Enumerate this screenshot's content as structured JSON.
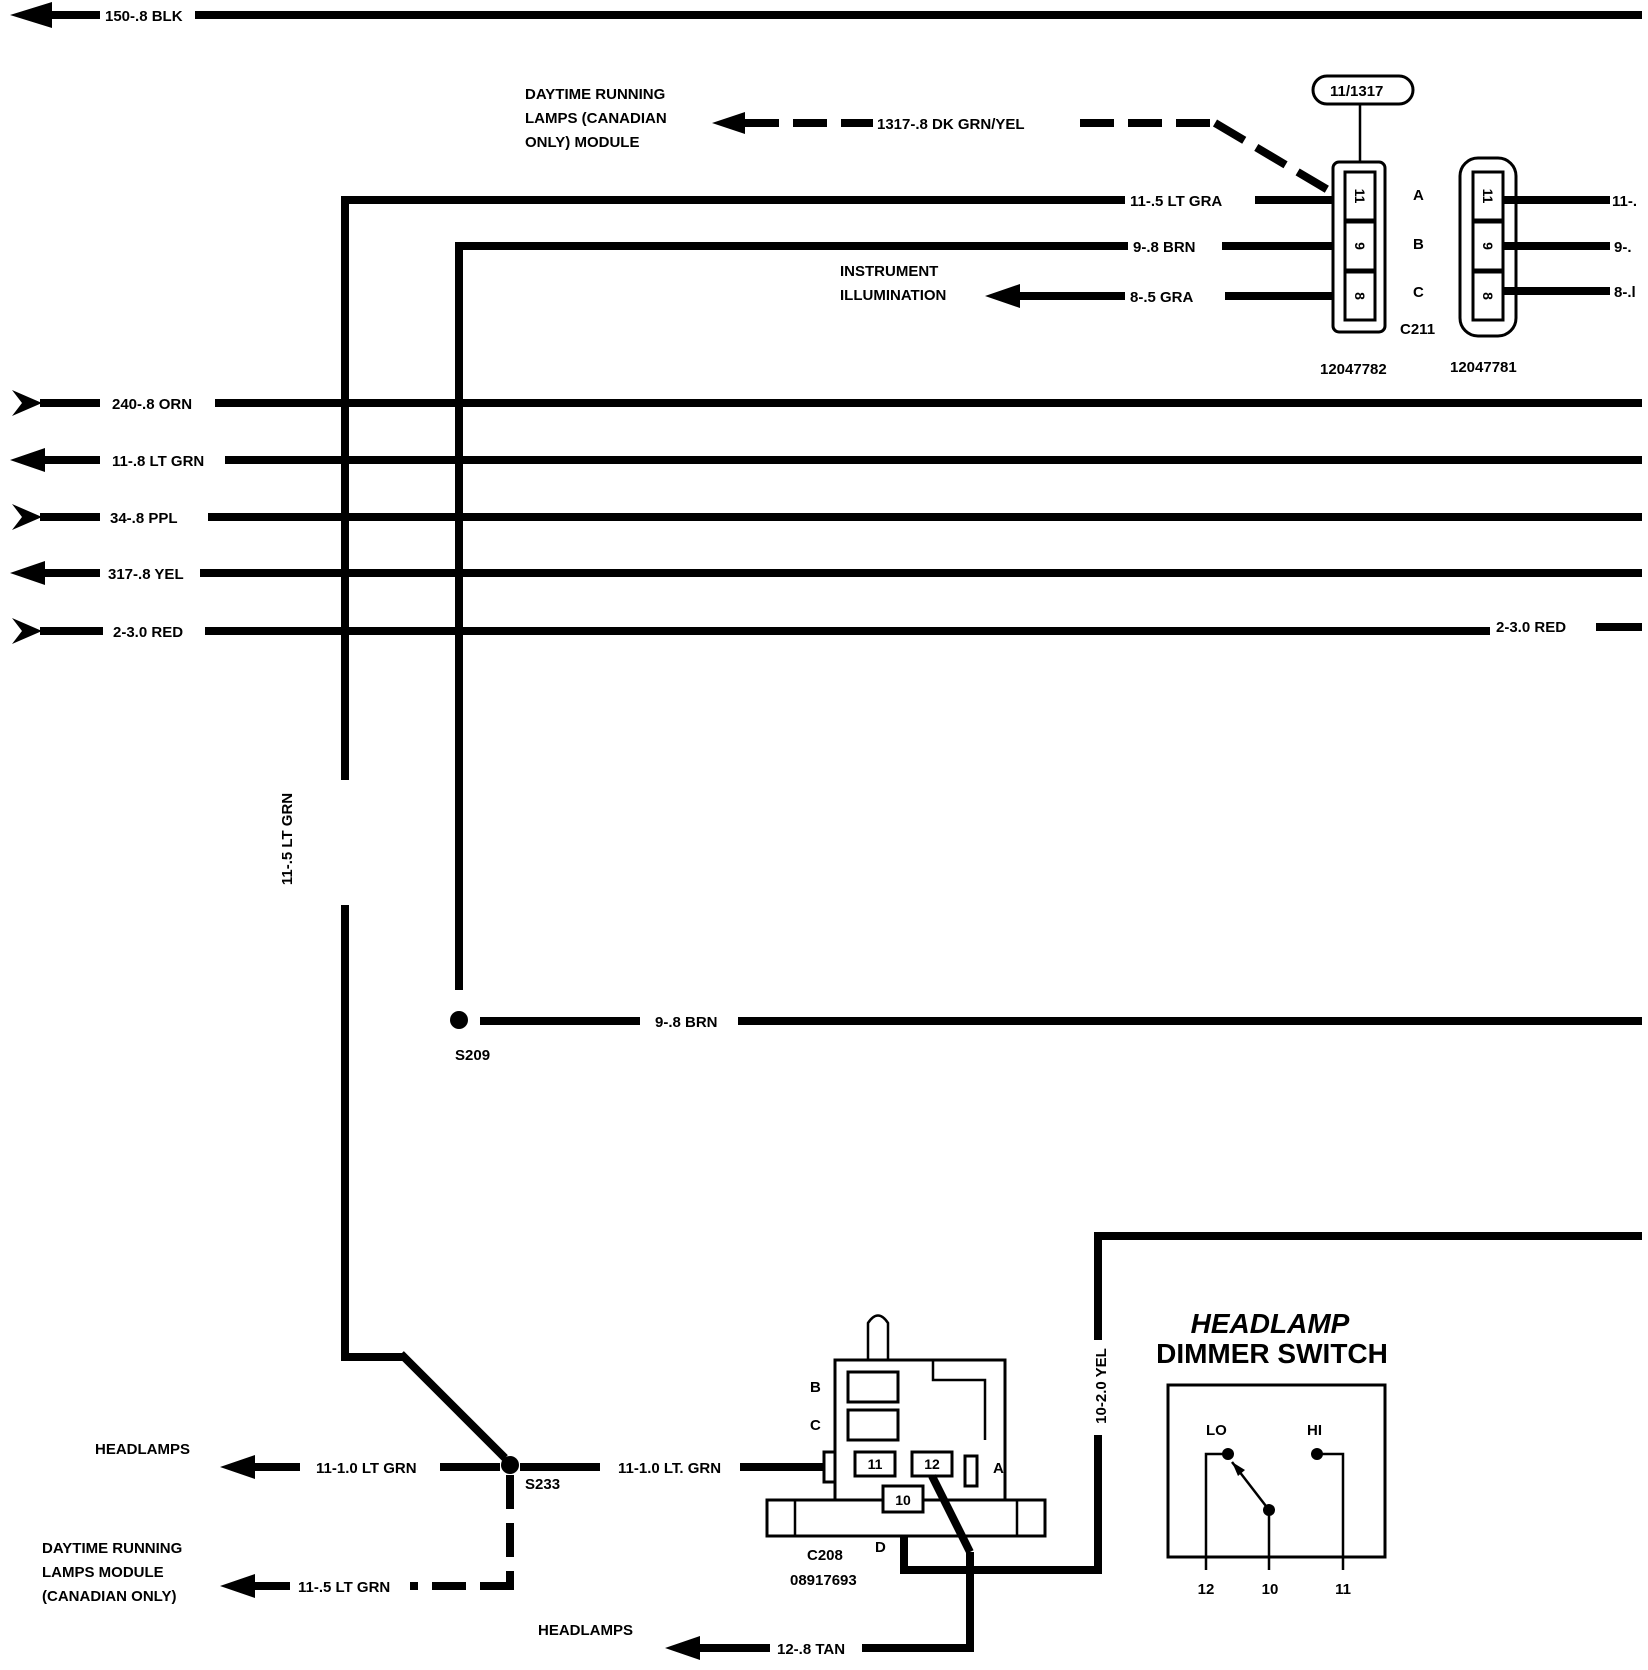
{
  "wires": {
    "w150": "150-.8 BLK",
    "w1317": "1317-.8 DK GRN/YEL",
    "w11_lt_gra": "11-.5 LT GRA",
    "w9_brn_top": "9-.8 BRN",
    "w8_gra": "8-.5 GRA",
    "w240": "240-.8 ORN",
    "w11_lt_grn": "11-.8 LT GRN",
    "w34": "34-.8 PPL",
    "w317": "317-.8 YEL",
    "w2_left": "2-3.0 RED",
    "w2_right": "2-3.0 RED",
    "w11_vert": "11-.5 LT GRN",
    "w9_brn_mid": "9-.8 BRN",
    "w10_vert": "10-2.0 YEL",
    "w11_1_left": "11-1.0 LT GRN",
    "w11_1_right": "11-1.0 LT. GRN",
    "w11_5_bottom": "11-.5 LT GRN",
    "w12": "12-.8 TAN",
    "r11": "11-.",
    "r9": "9-.",
    "r8": "8-.l"
  },
  "components": {
    "drl_top": [
      "DAYTIME RUNNING",
      "LAMPS (CANADIAN",
      "ONLY) MODULE"
    ],
    "instr": [
      "INSTRUMENT",
      "ILLUMINATION"
    ],
    "headlamps_1": "HEADLAMPS",
    "headlamps_2": "HEADLAMPS",
    "drl_bottom": [
      "DAYTIME RUNNING",
      "LAMPS MODULE",
      "(CANADIAN ONLY)"
    ],
    "dimmer_title": [
      "HEADLAMP",
      "DIMMER SWITCH"
    ]
  },
  "connectors": {
    "c211_callout": "11/1317",
    "c211_name": "C211",
    "c211_part_left": "12047782",
    "c211_part_right": "12047781",
    "c211_letters": [
      "A",
      "B",
      "C"
    ],
    "c211_pins": [
      "11",
      "9",
      "8"
    ],
    "c208_name": "C208",
    "c208_part": "08917693",
    "c208_letters": [
      "B",
      "C",
      "A",
      "D"
    ],
    "c208_pins": [
      "11",
      "12",
      "10"
    ]
  },
  "splices": {
    "s209": "S209",
    "s233": "S233"
  },
  "switch": {
    "lo": "LO",
    "hi": "HI",
    "pins": [
      "12",
      "10",
      "11"
    ]
  }
}
